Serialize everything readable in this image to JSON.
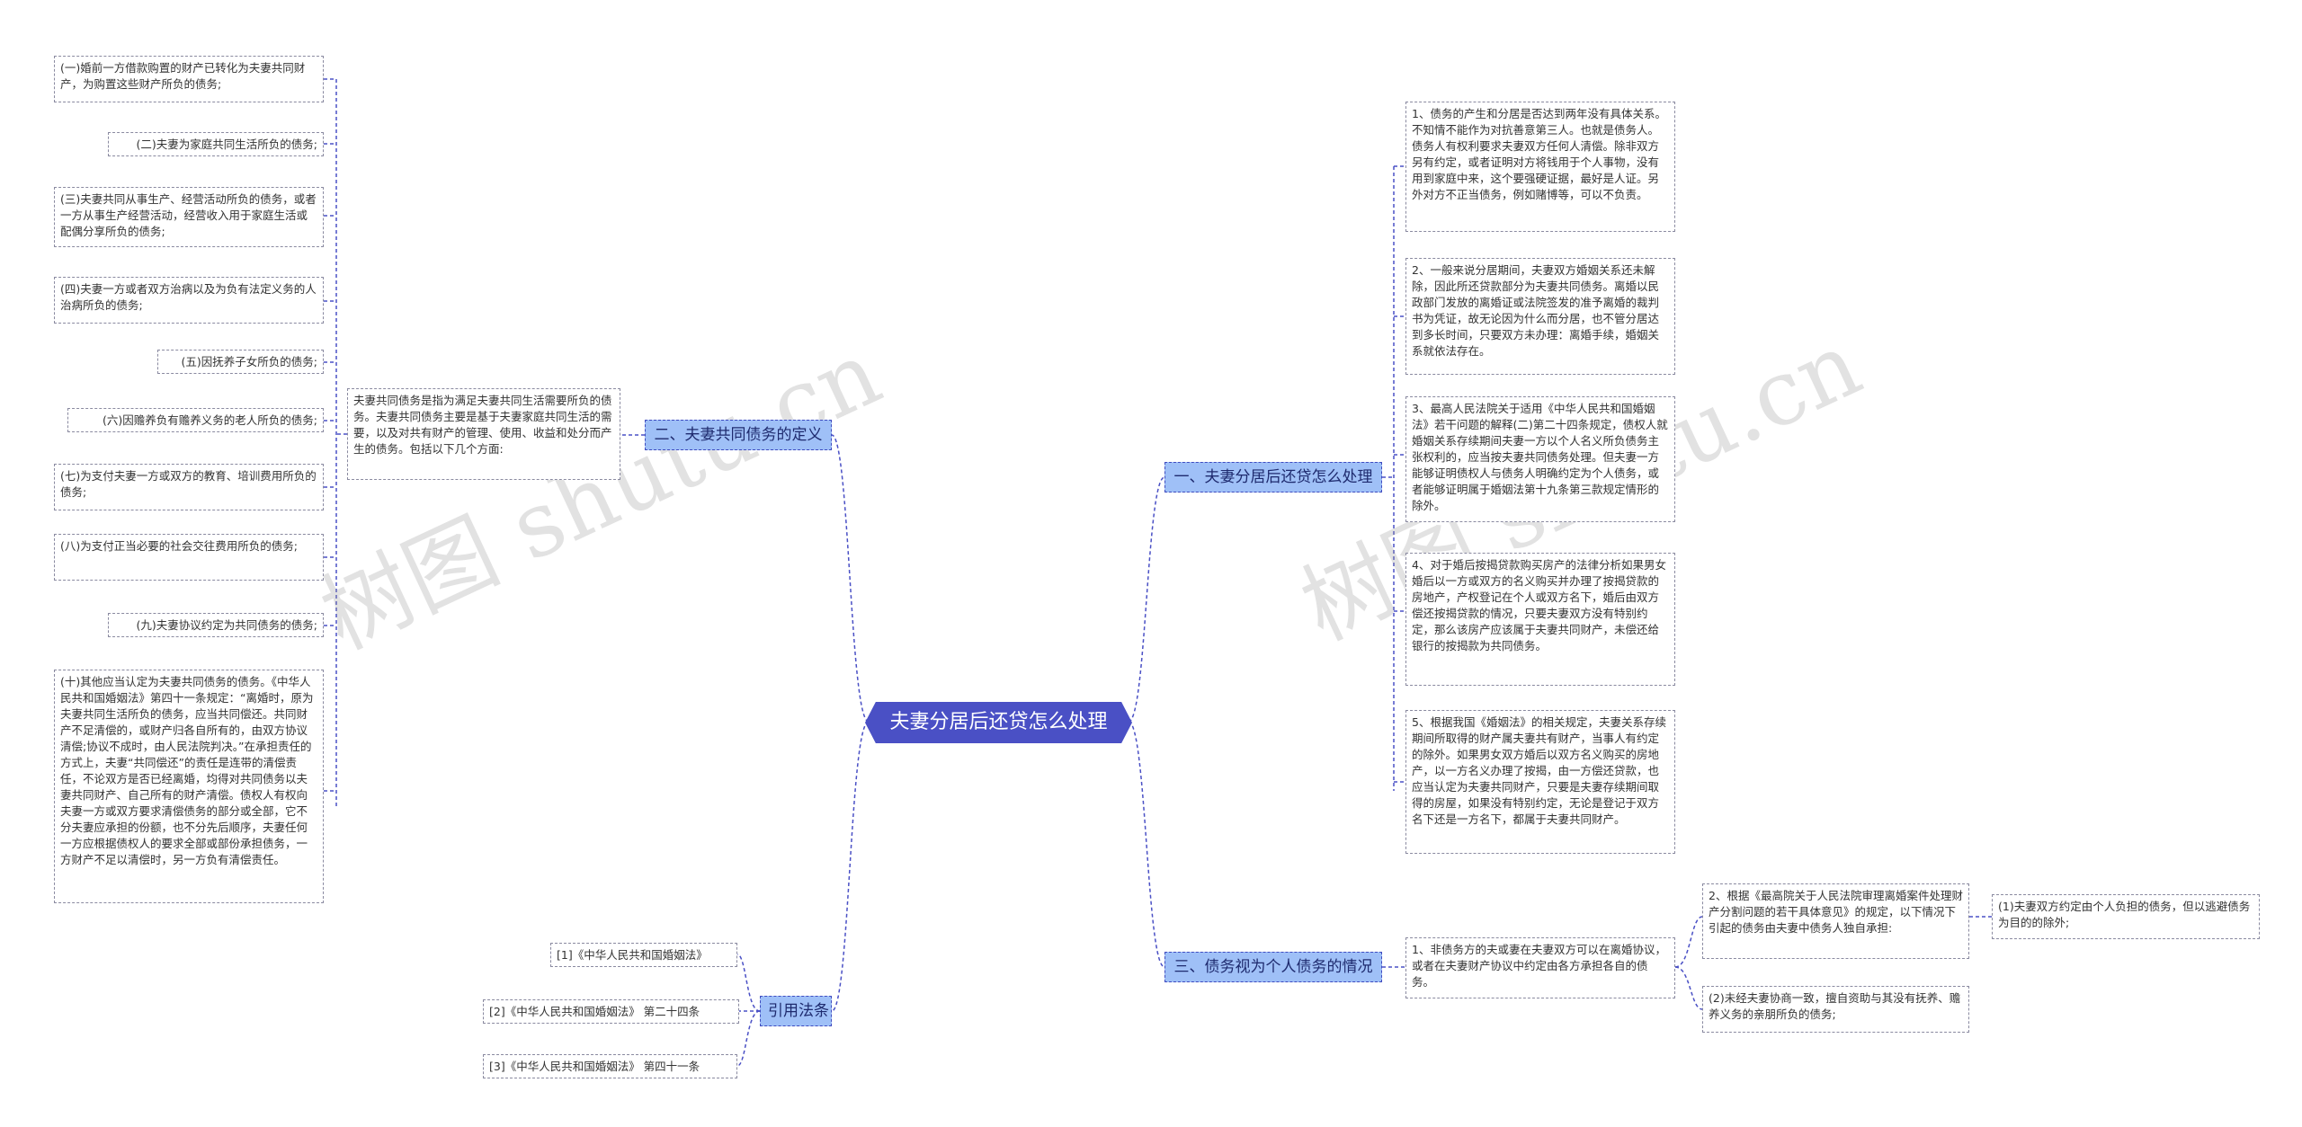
{
  "root": "夫妻分居后还贷怎么处理",
  "left": {
    "definition": {
      "label": "二、夫妻共同债务的定义",
      "intro": "夫妻共同债务是指为满足夫妻共同生活需要所负的债务。夫妻共同债务主要是基于夫妻家庭共同生活的需要，以及对共有财产的管理、使用、收益和处分而产生的债务。包括以下几个方面:",
      "items": [
        "(一)婚前一方借款购置的财产已转化为夫妻共同财产，为购置这些财产所负的债务;",
        "(二)夫妻为家庭共同生活所负的债务;",
        "(三)夫妻共同从事生产、经营活动所负的债务，或者一方从事生产经营活动，经营收入用于家庭生活或配偶分享所负的债务;",
        "(四)夫妻一方或者双方治病以及为负有法定义务的人治病所负的债务;",
        "(五)因抚养子女所负的债务;",
        "(六)因赡养负有赡养义务的老人所负的债务;",
        "(七)为支付夫妻一方或双方的教育、培训费用所负的债务;",
        "(八)为支付正当必要的社会交往费用所负的债务;",
        "(九)夫妻协议约定为共同债务的债务;",
        "(十)其他应当认定为夫妻共同债务的债务。《中华人民共和国婚姻法》第四十一条规定：“离婚时，原为夫妻共同生活所负的债务，应当共同偿还。共同财产不足清偿的，或财产归各自所有的，由双方协议清偿;协议不成时，由人民法院判决。”在承担责任的方式上，夫妻“共同偿还”的责任是连带的清偿责任，不论双方是否已经离婚，均得对共同债务以夫妻共同财产、自己所有的财产清偿。债权人有权向夫妻一方或双方要求清偿债务的部分或全部，它不分夫妻应承担的份额，也不分先后顺序，夫妻任何一方应根据债权人的要求全部或部份承担债务，一方财产不足以清偿时，另一方负有清偿责任。"
      ]
    },
    "references": {
      "label": "引用法条",
      "items": [
        "[1]《中华人民共和国婚姻法》",
        "[2]《中华人民共和国婚姻法》 第二十四条",
        "[3]《中华人民共和国婚姻法》 第四十一条"
      ]
    }
  },
  "right": {
    "repayment": {
      "label": "一、夫妻分居后还贷怎么处理",
      "items": [
        "1、债务的产生和分居是否达到两年没有具体关系。不知情不能作为对抗善意第三人。也就是债务人。债务人有权利要求夫妻双方任何人清偿。除非双方另有约定，或者证明对方将钱用于个人事物，没有用到家庭中来，这个要强硬证据，最好是人证。另外对方不正当债务，例如赌博等，可以不负责。",
        "2、一般来说分居期间，夫妻双方婚姻关系还未解除，因此所还贷款部分为夫妻共同债务。离婚以民政部门发放的离婚证或法院签发的准予离婚的裁判书为凭证，故无论因为什么而分居，也不管分居达到多长时间，只要双方未办理：离婚手续，婚姻关系就依法存在。",
        "3、最高人民法院关于适用《中华人民共和国婚姻法》若干问题的解释(二)第二十四条规定，债权人就婚姻关系存续期间夫妻一方以个人名义所负债务主张权利的，应当按夫妻共同债务处理。但夫妻一方能够证明债权人与债务人明确约定为个人债务，或者能够证明属于婚姻法第十九条第三款规定情形的除外。",
        "4、对于婚后按揭贷款购买房产的法律分析如果男女婚后以一方或双方的名义购买并办理了按揭贷款的房地产，产权登记在个人或双方名下，婚后由双方偿还按揭贷款的情况，只要夫妻双方没有特别约定，那么该房产应该属于夫妻共同财产，未偿还给银行的按揭款为共同债务。",
        "5、根据我国《婚姻法》的相关规定，夫妻关系存续期间所取得的财产属夫妻共有财产，当事人有约定的除外。如果男女双方婚后以双方名义购买的房地产，以一方名义办理了按揭，由一方偿还贷款，也应当认定为夫妻共同财产，只要是夫妻存续期间取得的房屋，如果没有特别约定，无论是登记于双方名下还是一方名下，都属于夫妻共同财产。"
      ]
    },
    "personal": {
      "label": "三、债务视为个人债务的情况",
      "item1": "1、非债务方的夫或妻在夫妻双方可以在离婚协议，或者在夫妻财产协议中约定由各方承担各自的债务。",
      "item2": "2、根据《最高院关于人民法院审理离婚案件处理财产分割问题的若干具体意见》的规定，以下情况下引起的债务由夫妻中债务人独自承担:",
      "item2_children": [
        "(1)夫妻双方约定由个人负担的债务，但以逃避债务为目的的除外;"
      ],
      "item3": "(2)未经夫妻协商一致，擅自资助与其没有抚养、赡养义务的亲朋所负的债务;"
    }
  },
  "watermark": "树图 shutu.cn"
}
